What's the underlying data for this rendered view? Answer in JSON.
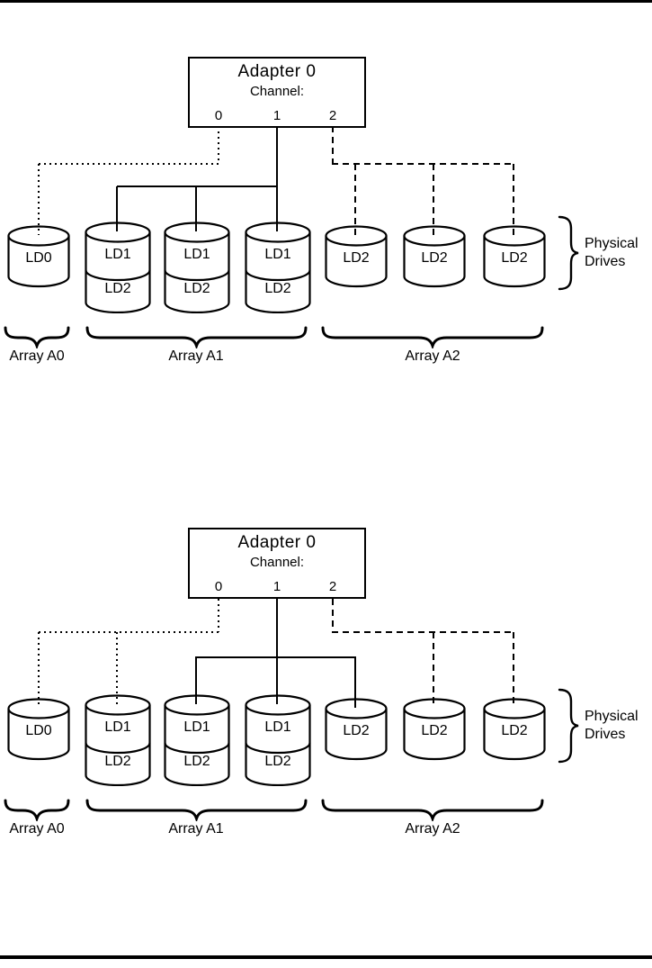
{
  "diagrams": [
    {
      "name": "top",
      "adapter": {
        "title": "Adapter 0",
        "channel_label": "Channel:",
        "channels": [
          "0",
          "1",
          "2"
        ]
      },
      "drives": [
        {
          "shape": "single",
          "labels": [
            "LD0"
          ]
        },
        {
          "shape": "double",
          "labels": [
            "LD1",
            "LD2"
          ]
        },
        {
          "shape": "double",
          "labels": [
            "LD1",
            "LD2"
          ]
        },
        {
          "shape": "double",
          "labels": [
            "LD1",
            "LD2"
          ]
        },
        {
          "shape": "single",
          "labels": [
            "LD2"
          ]
        },
        {
          "shape": "single",
          "labels": [
            "LD2"
          ]
        },
        {
          "shape": "single",
          "labels": [
            "LD2"
          ]
        }
      ],
      "connections": [
        {
          "channel": "0",
          "line_style": "dotted",
          "drive_indexes": [
            0
          ]
        },
        {
          "channel": "1",
          "line_style": "solid",
          "drive_indexes": [
            1,
            2,
            3
          ]
        },
        {
          "channel": "2",
          "line_style": "dashed",
          "drive_indexes": [
            4,
            5,
            6
          ]
        }
      ],
      "arrays": [
        {
          "label": "Array A0",
          "drive_indexes": [
            0
          ]
        },
        {
          "label": "Array A1",
          "drive_indexes": [
            1,
            2,
            3
          ]
        },
        {
          "label": "Array A2",
          "drive_indexes": [
            4,
            5,
            6
          ]
        }
      ],
      "physical_drives": {
        "line1": "Physical",
        "line2": "Drives"
      }
    },
    {
      "name": "bottom",
      "adapter": {
        "title": "Adapter 0",
        "channel_label": "Channel:",
        "channels": [
          "0",
          "1",
          "2"
        ]
      },
      "drives": [
        {
          "shape": "single",
          "labels": [
            "LD0"
          ]
        },
        {
          "shape": "double",
          "labels": [
            "LD1",
            "LD2"
          ]
        },
        {
          "shape": "double",
          "labels": [
            "LD1",
            "LD2"
          ]
        },
        {
          "shape": "double",
          "labels": [
            "LD1",
            "LD2"
          ]
        },
        {
          "shape": "single",
          "labels": [
            "LD2"
          ]
        },
        {
          "shape": "single",
          "labels": [
            "LD2"
          ]
        },
        {
          "shape": "single",
          "labels": [
            "LD2"
          ]
        }
      ],
      "connections": [
        {
          "channel": "0",
          "line_style": "dotted",
          "drive_indexes": [
            0,
            1
          ]
        },
        {
          "channel": "1",
          "line_style": "solid",
          "drive_indexes": [
            2,
            3,
            4
          ]
        },
        {
          "channel": "2",
          "line_style": "dashed",
          "drive_indexes": [
            5,
            6
          ]
        }
      ],
      "arrays": [
        {
          "label": "Array A0",
          "drive_indexes": [
            0
          ]
        },
        {
          "label": "Array A1",
          "drive_indexes": [
            1,
            2,
            3
          ]
        },
        {
          "label": "Array A2",
          "drive_indexes": [
            4,
            5,
            6
          ]
        }
      ],
      "physical_drives": {
        "line1": "Physical",
        "line2": "Drives"
      }
    }
  ]
}
